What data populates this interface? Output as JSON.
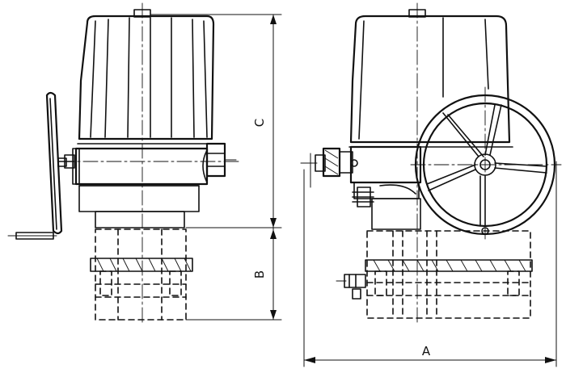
{
  "diagram": {
    "dimension_labels": {
      "a": "A",
      "b": "B",
      "c": "C"
    }
  }
}
